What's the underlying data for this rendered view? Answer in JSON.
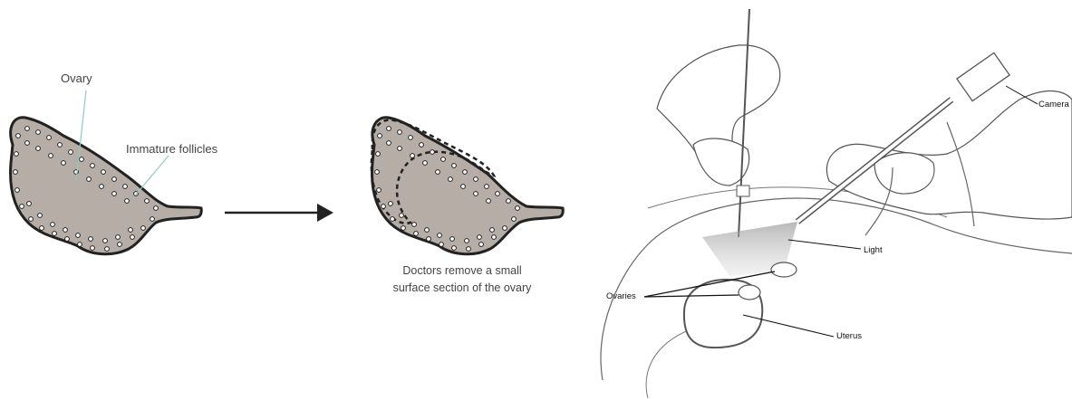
{
  "left_panel": {
    "label_ovary": "Ovary",
    "label_follicles": "Immature follicles",
    "caption_line1": "Doctors remove a small",
    "caption_line2": "surface section of the ovary"
  },
  "right_panel": {
    "label_camera": "Camera",
    "label_light": "Light",
    "label_ovaries": "Ovaries",
    "label_uterus": "Uterus"
  },
  "colors": {
    "ovary_fill": "#b5ada6",
    "outline": "#222222",
    "leader": "#8fc9c6",
    "follicle": "#ffffff"
  }
}
